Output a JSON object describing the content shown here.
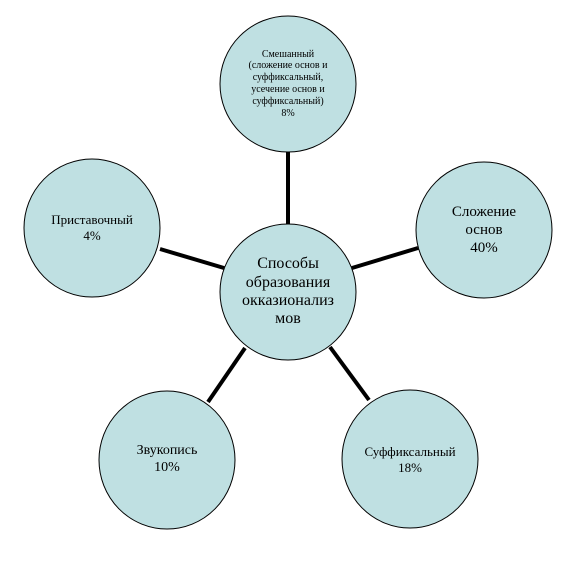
{
  "diagram": {
    "colors": {
      "node_fill": "#bfe0e2",
      "outline": "#000000",
      "background": "#ffffff"
    },
    "center": {
      "lines": [
        "Способы",
        "образования",
        "окказионализ",
        "мов"
      ]
    },
    "nodes": [
      {
        "id": "mixed",
        "lines": [
          "Смешанный",
          "(сложение основ и",
          "суффиксальный,",
          "усечение основ и",
          "суффиксальный)",
          "8%"
        ],
        "percent": 8
      },
      {
        "id": "compounding",
        "lines": [
          "Сложение",
          "основ",
          "40%"
        ],
        "percent": 40
      },
      {
        "id": "suffixal",
        "lines": [
          "Суффиксальный",
          "18%"
        ],
        "percent": 18
      },
      {
        "id": "onomatopoeia",
        "lines": [
          "Звукопись",
          "10%"
        ],
        "percent": 10
      },
      {
        "id": "prefixal",
        "lines": [
          "Приставочный",
          "4%"
        ],
        "percent": 4
      }
    ]
  }
}
